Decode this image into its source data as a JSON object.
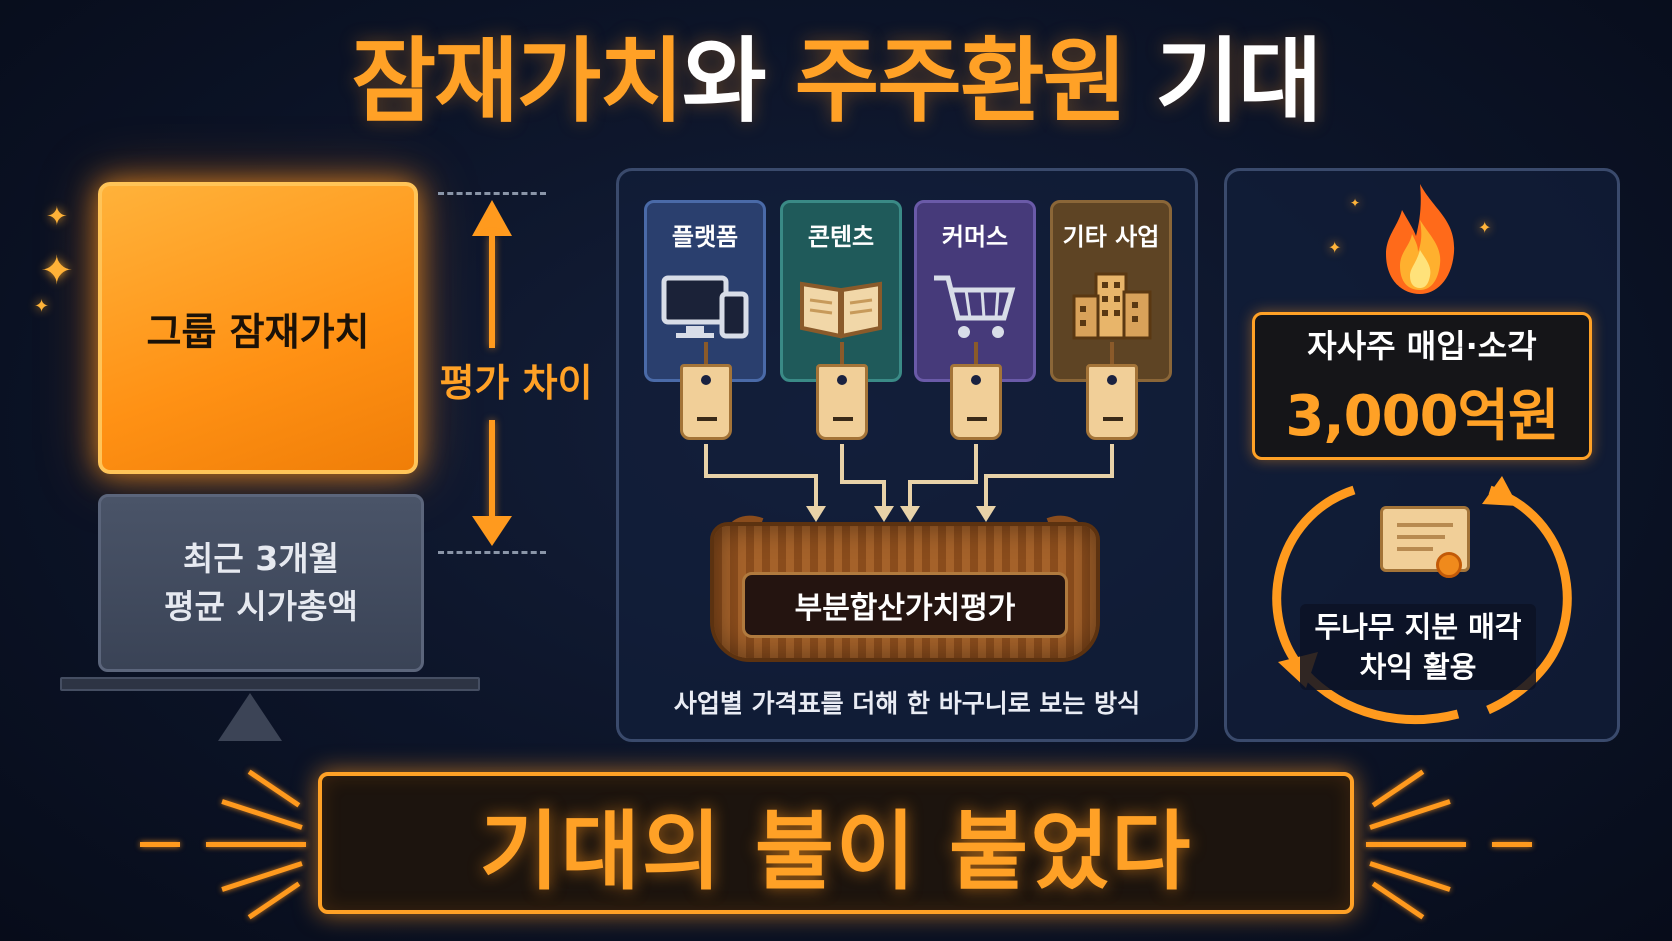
{
  "title": {
    "part1": "잠재가치",
    "part2": "와 ",
    "part3": "주주환원",
    "part4": " 기대"
  },
  "left": {
    "potential_label": "그룹 잠재가치",
    "mcap_line1": "최근 3개월",
    "mcap_line2": "평균 시가총액",
    "difference_label": "평가 차이"
  },
  "center": {
    "segments": [
      {
        "label": "플랫폼",
        "icon": "computer-phone-icon",
        "color": "#2a3f6e"
      },
      {
        "label": "콘텐츠",
        "icon": "open-book-icon",
        "color": "#1f5a5a"
      },
      {
        "label": "커머스",
        "icon": "shopping-cart-icon",
        "color": "#463a7a"
      },
      {
        "label": "기타 사업",
        "icon": "buildings-icon",
        "color": "#5e4424"
      }
    ],
    "basket_label": "부분합산가치평가",
    "caption": "사업별 가격표를 더해 한 바구니로 보는 방식"
  },
  "right": {
    "buyback_label": "자사주 매입·소각",
    "buyback_amount": "3,000억원",
    "dunamu_line1": "두나무 지분 매각",
    "dunamu_line2": "차익 활용"
  },
  "banner": {
    "text": "기대의 불이 붙었다"
  },
  "colors": {
    "accent": "#ffa126",
    "background": "#0c1428",
    "panel_border": "#3a4a6c"
  }
}
